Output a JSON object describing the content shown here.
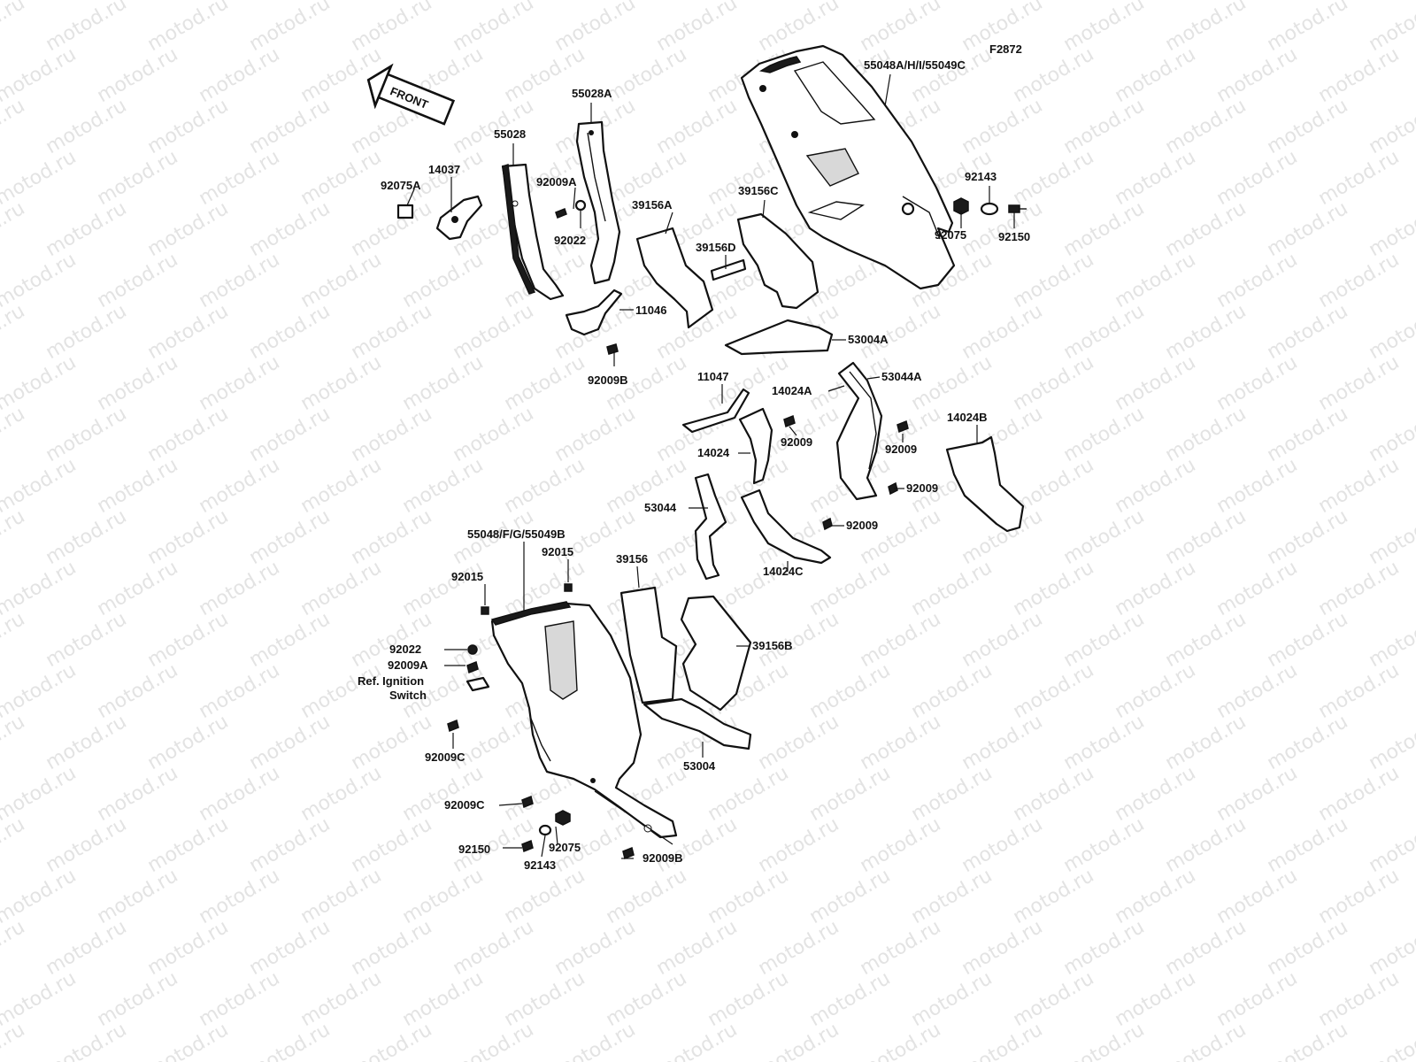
{
  "watermark": "motod.ru",
  "figure_code": "F2872",
  "front_arrow_label": "FRONT",
  "labels": {
    "l_55048A": "55048A/H/I/55049C",
    "l_92143_top": "92143",
    "l_92075_top": "92075",
    "l_92150_top": "92150",
    "l_55028A": "55028A",
    "l_55028": "55028",
    "l_14037": "14037",
    "l_92075A": "92075A",
    "l_92009A_top": "92009A",
    "l_92022_top": "92022",
    "l_39156A": "39156A",
    "l_39156C": "39156C",
    "l_39156D": "39156D",
    "l_11046": "11046",
    "l_53004A": "53004A",
    "l_92009B_top": "92009B",
    "l_11047": "11047",
    "l_14024A": "14024A",
    "l_53044A": "53044A",
    "l_14024B": "14024B",
    "l_14024": "14024",
    "l_92009_a": "92009",
    "l_92009_b": "92009",
    "l_92009_c": "92009",
    "l_92009_d": "92009",
    "l_53044": "53044",
    "l_14024C": "14024C",
    "l_55048F": "55048/F/G/55049B",
    "l_92015_a": "92015",
    "l_92015_b": "92015",
    "l_39156": "39156",
    "l_39156B": "39156B",
    "l_92022_bot": "92022",
    "l_92009A_bot": "92009A",
    "l_ref1": "Ref. Ignition",
    "l_ref2": "Switch",
    "l_92009C_a": "92009C",
    "l_53004": "53004",
    "l_92009C_b": "92009C",
    "l_92150_bot": "92150",
    "l_92075_bot": "92075",
    "l_92143_bot": "92143",
    "l_92009B_bot": "92009B"
  }
}
